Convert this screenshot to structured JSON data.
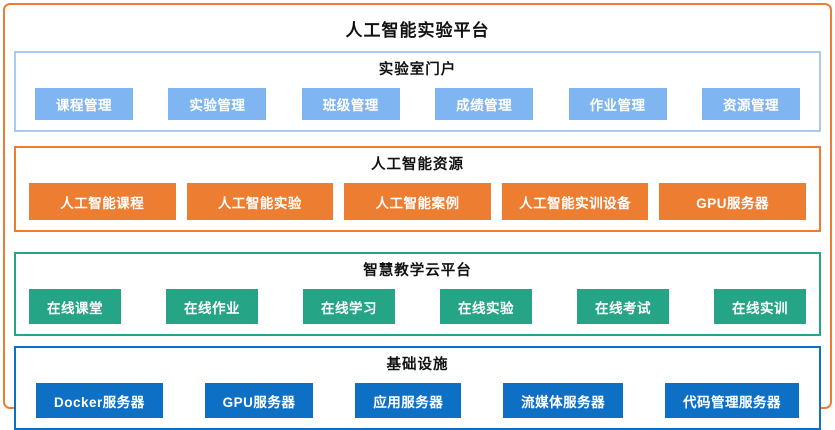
{
  "diagram": {
    "title": "人工智能实验平台",
    "sections": [
      {
        "title": "实验室门户",
        "items": [
          "课程管理",
          "实验管理",
          "班级管理",
          "成绩管理",
          "作业管理",
          "资源管理"
        ]
      },
      {
        "title": "人工智能资源",
        "items": [
          "人工智能课程",
          "人工智能实验",
          "人工智能案例",
          "人工智能实训设备",
          "GPU服务器"
        ]
      },
      {
        "title": "智慧教学云平台",
        "items": [
          "在线课堂",
          "在线作业",
          "在线学习",
          "在线实验",
          "在线考试",
          "在线实训"
        ]
      },
      {
        "title": "基础设施",
        "items": [
          "Docker服务器",
          "GPU服务器",
          "应用服务器",
          "流媒体服务器",
          "代码管理服务器"
        ]
      }
    ],
    "colors": {
      "outer_border": "#ED7D31",
      "portal_section_border": "#A8CCF0",
      "portal_node_fill": "#7FB5F0",
      "ai_section_color": "#ED7D31",
      "cloud_section_color": "#26A586",
      "infra_section_color": "#0E70C5",
      "node_text": "#FFFFFF",
      "title_text": "#111111"
    }
  }
}
